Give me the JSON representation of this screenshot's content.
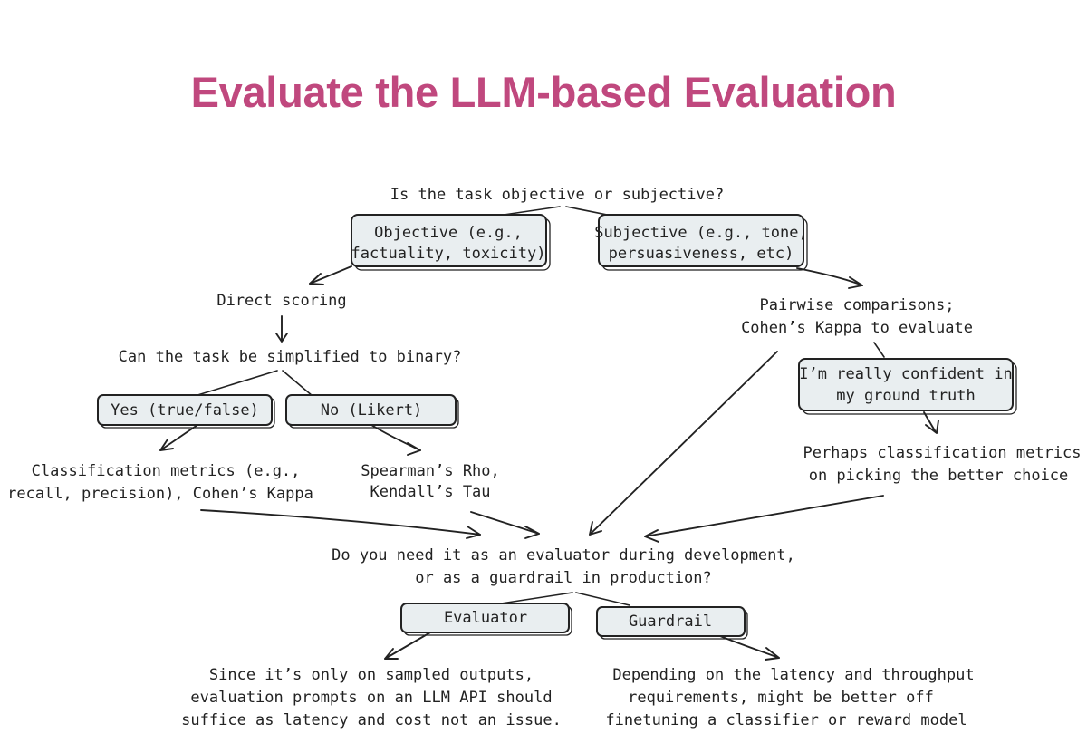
{
  "title": "Evaluate the LLM-based Evaluation",
  "colors": {
    "title": "#c0487e",
    "box_fill": "#e9eef0",
    "ink": "#222222"
  },
  "q1": {
    "question": "Is the task objective or subjective?",
    "objective": [
      "Objective (e.g.,",
      "factuality, toxicity)"
    ],
    "subjective": [
      "Subjective (e.g., tone,",
      "persuasiveness, etc)"
    ]
  },
  "objective_branch": {
    "direct_scoring": "Direct scoring",
    "binary_question": "Can the task be simplified to binary?",
    "yes": "Yes (true/false)",
    "no": "No (Likert)",
    "classification": [
      "Classification metrics (e.g.,",
      "recall, precision), Cohen’s Kappa"
    ],
    "rank": [
      "Spearman’s Rho,",
      "Kendall’s Tau"
    ]
  },
  "subjective_branch": {
    "pairwise": [
      "Pairwise comparisons;",
      "Cohen’s Kappa to evaluate"
    ],
    "confident": [
      "I’m really confident in",
      "my ground truth"
    ],
    "perhaps": [
      "Perhaps classification metrics",
      "on picking the better choice"
    ]
  },
  "q2": {
    "question": [
      "Do you need it as an evaluator during development,",
      "or as a guardrail in production?"
    ],
    "evaluator": "Evaluator",
    "guardrail": "Guardrail",
    "evaluator_detail": [
      "Since it’s only on sampled outputs,",
      "evaluation prompts on an LLM API should",
      "suffice as latency and cost not an issue."
    ],
    "guardrail_detail": [
      "Depending on the latency and throughput",
      "requirements, might be better off",
      "finetuning a classifier or reward model"
    ]
  }
}
